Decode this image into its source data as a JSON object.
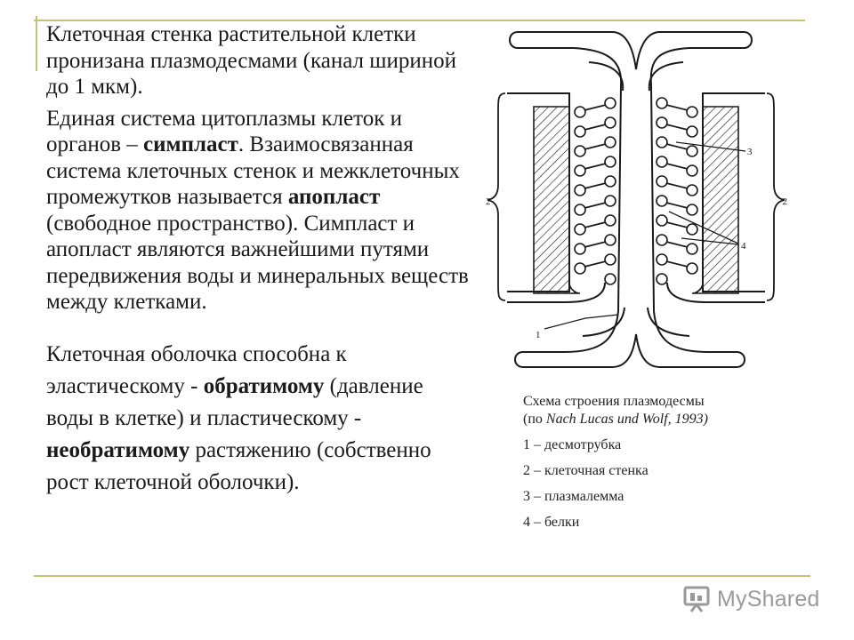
{
  "text": {
    "p1": "Клеточная стенка растительной клетки пронизана плазмодесмами (канал шириной до 1 мкм).",
    "p2_a": "Единая система цитоплазмы клеток и органов – ",
    "p2_b": "симпласт",
    "p2_c": ". Взаимосвязанная система клеточных стенок и межклеточных промежутков называется ",
    "p2_d": "апопласт",
    "p2_e": " (свободное пространство). Симпласт и апопласт являются важнейшими путями передвижения воды и минеральных веществ между клетками.",
    "p3_a": "Клеточная оболочка способна к эластическому - ",
    "p3_b": "обратимому",
    "p3_c": " (давление воды в клетке) и пластическому - ",
    "p3_d": "необратимому",
    "p3_e": " растяжению (собственно рост клеточной оболочки)."
  },
  "diagram": {
    "labels": {
      "l1": "1",
      "l2_left": "2",
      "l2_right": "2",
      "l3": "3",
      "l4": "4"
    }
  },
  "caption": {
    "title": "Схема строения плазмодесмы",
    "source_a": "(по ",
    "source_b": "Nach Lucas und Wolf, 1993)",
    "items": [
      "1 – десмотрубка",
      "2 – клеточная стенка",
      "3 – плазмалемма",
      "4 – белки"
    ]
  },
  "logo": {
    "text": "MyShared",
    "icon": "presentation-board-icon"
  },
  "colors": {
    "rule": "#c9c07a",
    "text": "#1a1a1a",
    "logo": "#9a9a9a"
  }
}
